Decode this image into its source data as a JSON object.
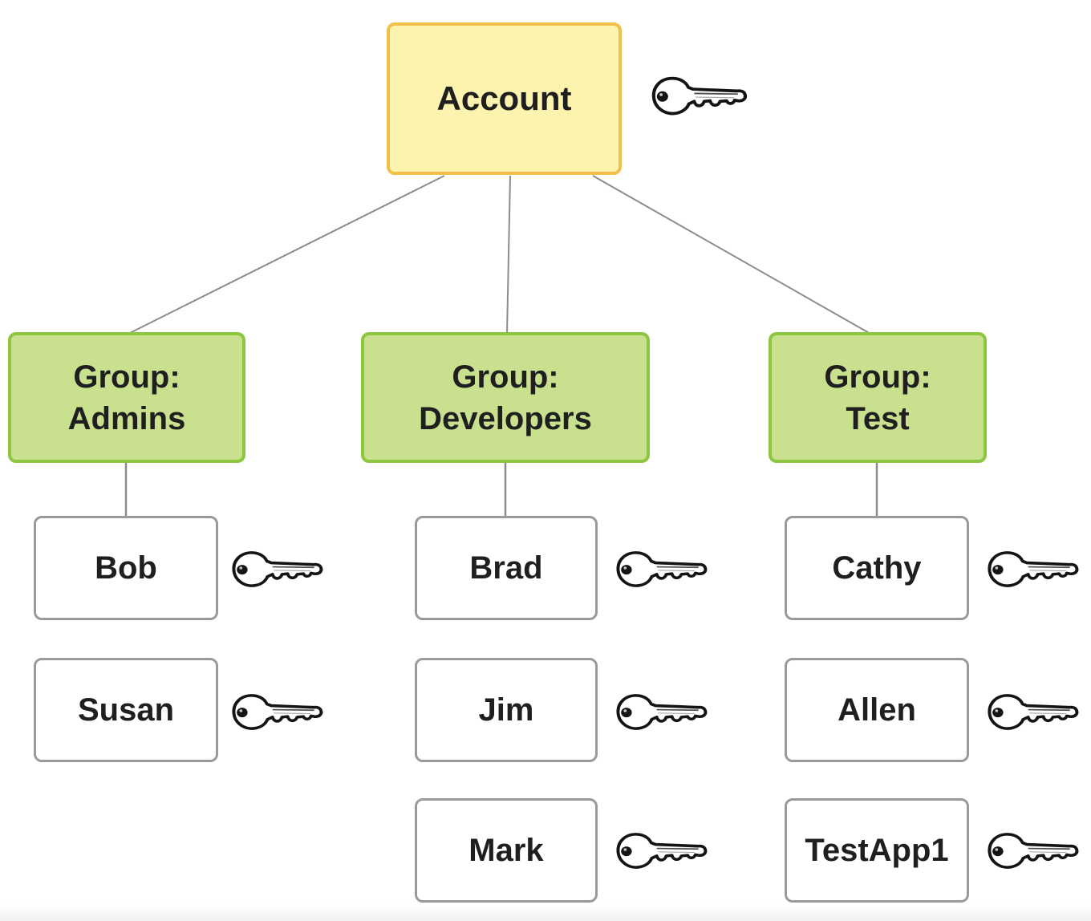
{
  "diagram": {
    "account": {
      "label": "Account",
      "icon": "key-icon"
    },
    "groups": [
      {
        "label": "Group:\nAdmins",
        "users": [
          "Bob",
          "Susan"
        ]
      },
      {
        "label": "Group:\nDevelopers",
        "users": [
          "Brad",
          "Jim",
          "Mark"
        ]
      },
      {
        "label": "Group:\nTest",
        "users": [
          "Cathy",
          "Allen",
          "TestApp1"
        ]
      }
    ],
    "colors": {
      "account-fill": "#FBF3AE",
      "account-border": "#F2BF4B",
      "group-fill": "#C9E18F",
      "group-border": "#8DC63F",
      "user-border": "#9A9A9A",
      "connector": "#8C8C8C",
      "text": "#1F1F1F",
      "key-outline": "#141414"
    }
  }
}
